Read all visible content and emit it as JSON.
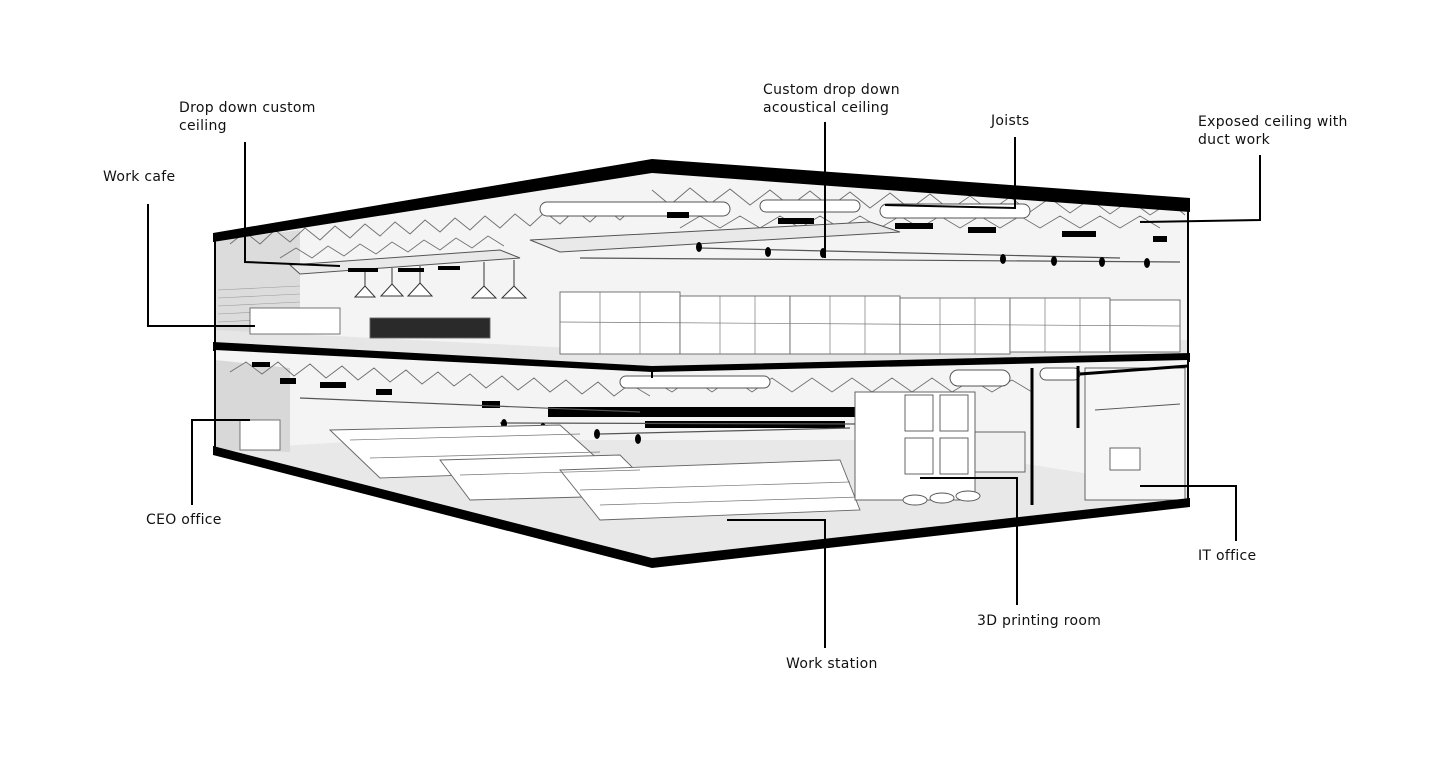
{
  "colors": {
    "ink": "#000000",
    "floor": "#ececec",
    "wall": "#d9d9d9",
    "paper": "#ffffff",
    "sketch": "#7a7a7a"
  },
  "labels": {
    "drop_down_custom_ceiling": "Drop down custom\nceiling",
    "custom_drop_down_acoustical_ceiling": "Custom drop down\nacoustical ceiling",
    "joists": "Joists",
    "exposed_ceiling": "Exposed ceiling with\nduct work",
    "work_cafe": "Work cafe",
    "ceo_office": "CEO office",
    "it_office": "IT office",
    "printing_room": "3D printing room",
    "work_station": "Work station"
  }
}
